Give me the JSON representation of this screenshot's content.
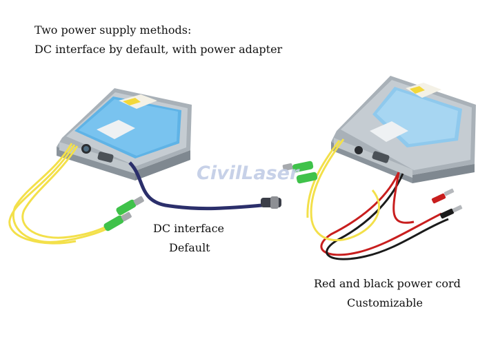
{
  "headings": {
    "line1": "Two power supply methods:",
    "line2": "DC interface by default, with power adapter"
  },
  "left_device": {
    "caption_line1": "DC interface",
    "caption_line2": "Default"
  },
  "right_device": {
    "caption_line1": "Red and black power cord",
    "caption_line2": "Customizable"
  },
  "watermark": "CivilLaser",
  "colors": {
    "device_body": "#aeb6bd",
    "device_label": "#63b6e8",
    "fiber_yellow": "#f3e04a",
    "connector_green": "#3fc24a",
    "cable_navy": "#2b2f6b",
    "wire_red": "#c81e1e",
    "wire_black": "#1b1b1b"
  }
}
